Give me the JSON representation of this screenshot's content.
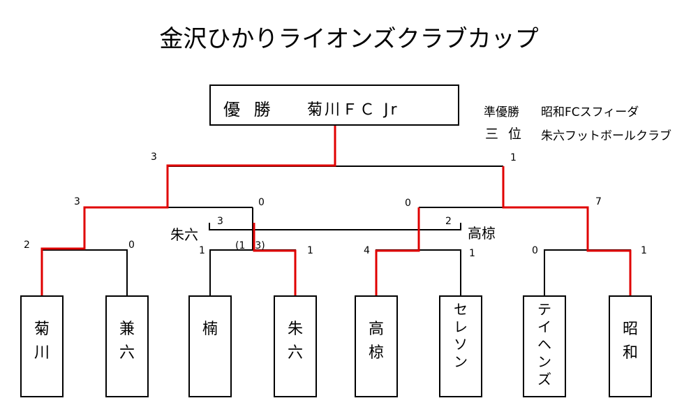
{
  "title": "金沢ひかりライオンズクラブカップ",
  "champion": {
    "label": "優 勝",
    "team": "菊川ＦＣ Jr"
  },
  "runner_up": {
    "label": "準優勝",
    "team": "昭和FCスフィーダ"
  },
  "third_place": {
    "label": "三 位",
    "team": "朱六フットボールクラブ"
  },
  "teams": [
    {
      "name": "菊\n川"
    },
    {
      "name": "兼\n六"
    },
    {
      "name": "楠"
    },
    {
      "name": "朱\n六"
    },
    {
      "name": "高\n椋"
    },
    {
      "name": "セ\nレ\nソ\nン"
    },
    {
      "name": "テ\nイ\nヘ\nン\nズ"
    },
    {
      "name": "昭\n和"
    }
  ],
  "scores": {
    "r1": [
      "2",
      "0",
      "1",
      "(1　3)",
      "1",
      "4",
      "1",
      "0",
      "1"
    ],
    "r2": [
      "3",
      "0",
      "0",
      "7"
    ],
    "final": [
      "3",
      "1"
    ],
    "third_place_match": {
      "left_team": "朱六",
      "left_score": "3",
      "right_score": "2",
      "right_team": "高椋"
    }
  },
  "colors": {
    "winner_line": "#e00000",
    "line": "#000000"
  }
}
